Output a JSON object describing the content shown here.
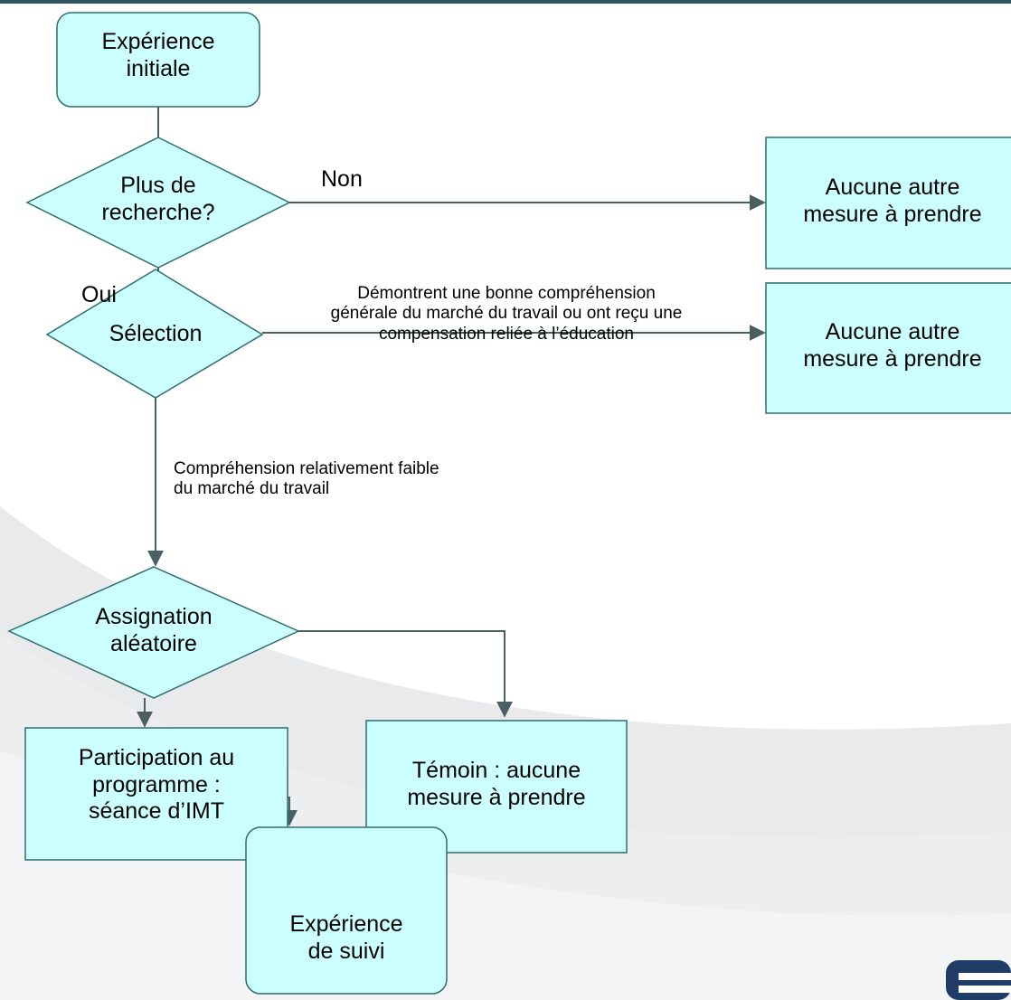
{
  "nodes": {
    "initial": {
      "line1": "Expérience",
      "line2": "initiale"
    },
    "more_research": {
      "line1": "Plus de",
      "line2": "recherche?"
    },
    "selection": {
      "label": "Sélection"
    },
    "random": {
      "line1": "Assignation",
      "line2": "aléatoire"
    },
    "no_action_1": {
      "line1": "Aucune autre",
      "line2": "mesure à prendre"
    },
    "no_action_2": {
      "line1": "Aucune autre",
      "line2": "mesure à prendre"
    },
    "participation": {
      "line1": "Participation au",
      "line2": "programme :",
      "line3": "séance d’IMT"
    },
    "control": {
      "line1": "Témoin : aucune",
      "line2": "mesure à prendre"
    },
    "followup": {
      "line1": "Expérience",
      "line2": "de suivi"
    }
  },
  "edges": {
    "non": "Non",
    "oui": "Oui",
    "good_understanding": {
      "line1": "Démontrent une bonne compréhension",
      "line2": "générale du marché du travail ou ont reçu une",
      "line3": "compensation reliée à l’éducation"
    },
    "weak_understanding": {
      "line1": "Compréhension relativement faible",
      "line2": "du marché du travail"
    }
  },
  "colors": {
    "node_fill": "#ccffff",
    "node_stroke": "#2e6e6c",
    "edge": "#4a5f62",
    "background_swoosh": "#e4e6e9",
    "top_band": "#2f5460",
    "logo": "#1f3d66"
  }
}
